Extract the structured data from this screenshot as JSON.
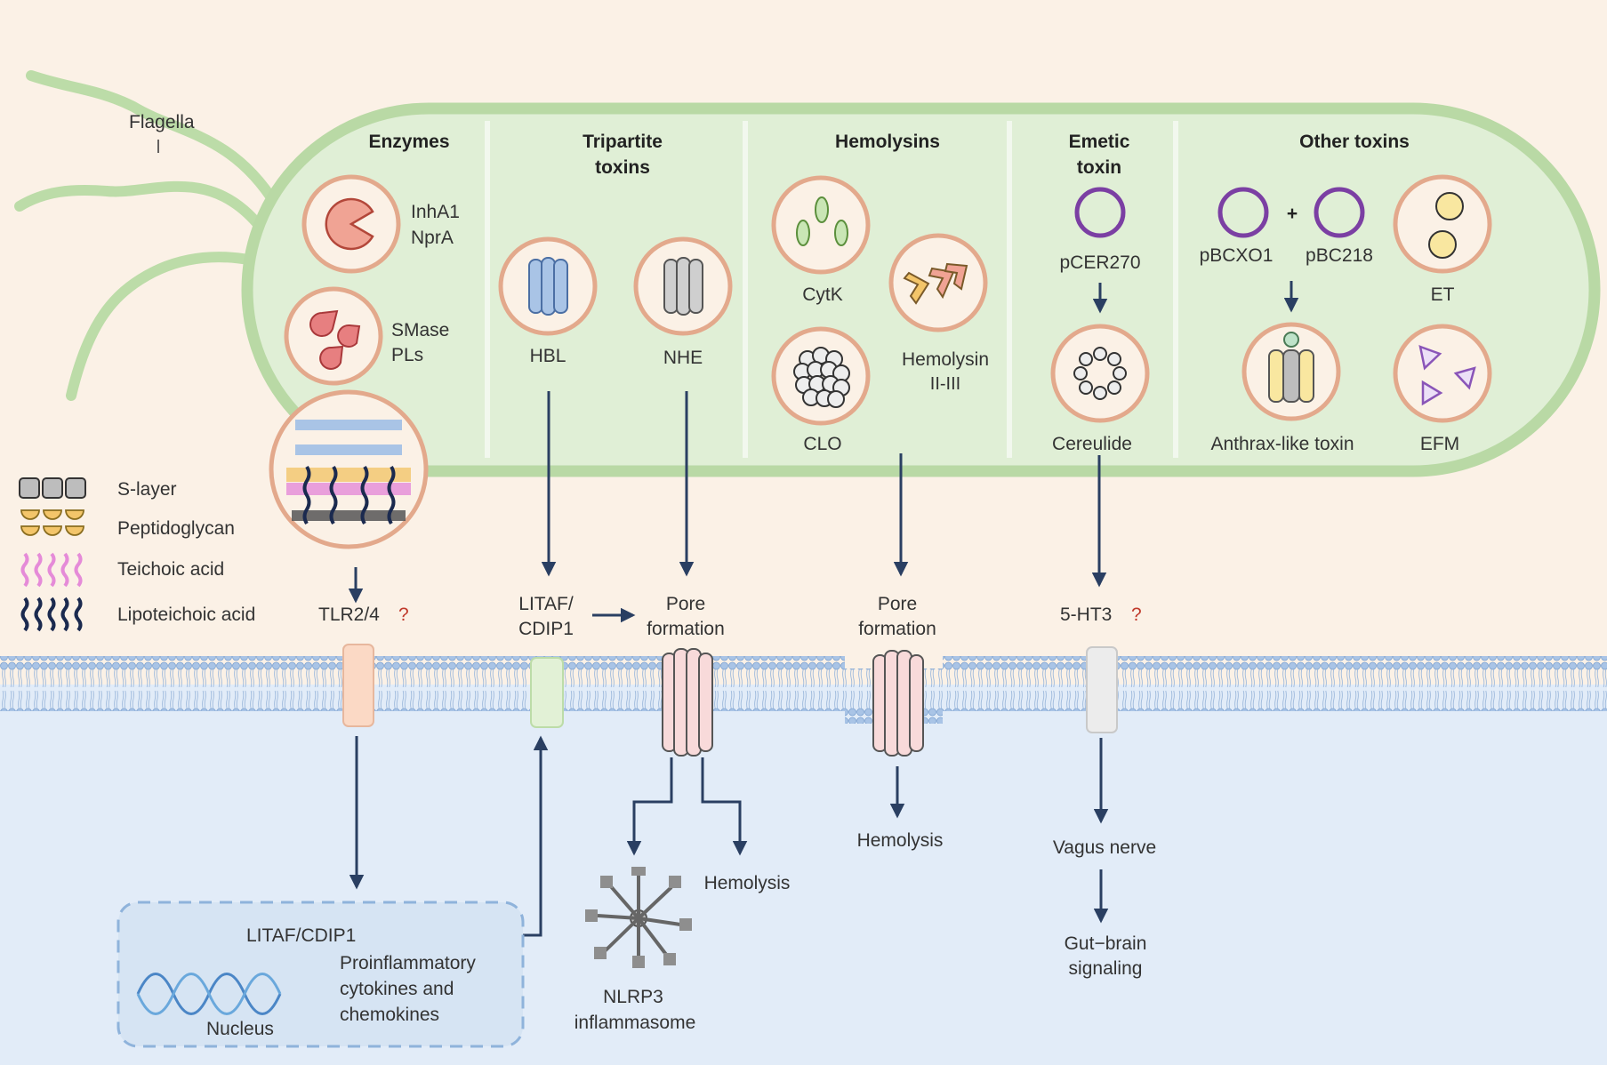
{
  "labels": {
    "flagella": "Flagella",
    "legend": {
      "s_layer": "S-layer",
      "peptidoglycan": "Peptidoglycan",
      "teichoic_acid": "Teichoic acid",
      "lipoteichoic_acid": "Lipoteichoic acid"
    },
    "sections": {
      "enzymes": "Enzymes",
      "tripartite_1": "Tripartite",
      "tripartite_2": "toxins",
      "hemolysins": "Hemolysins",
      "emetic_1": "Emetic",
      "emetic_2": "toxin",
      "other": "Other toxins"
    },
    "toxins": {
      "inha1": "InhA1",
      "npra": "NprA",
      "smase": "SMase",
      "pls": "PLs",
      "hbl": "HBL",
      "nhe": "NHE",
      "cytk": "CytK",
      "clo": "CLO",
      "hemolysin_1": "Hemolysin",
      "hemolysin_2": "II-III",
      "pcer270": "pCER270",
      "cereulide": "Cereulide",
      "pbcxo1": "pBCXO1",
      "plus": "+",
      "pbc218": "pBC218",
      "anthrax": "Anthrax-like toxin",
      "et": "ET",
      "efm": "EFM"
    },
    "receptors": {
      "tlr": "TLR2/4",
      "tlr_q": "?",
      "litaf_1": "LITAF/",
      "litaf_2": "CDIP1",
      "pore1_1": "Pore",
      "pore1_2": "formation",
      "pore2_1": "Pore",
      "pore2_2": "formation",
      "ht3": "5-HT3",
      "ht3_q": "?"
    },
    "host": {
      "hemolysis_a": "Hemolysis",
      "hemolysis_b": "Hemolysis",
      "nlrp3_1": "NLRP3",
      "nlrp3_2": "inflammasome",
      "vagus": "Vagus nerve",
      "gut_1": "Gut−brain",
      "gut_2": "signaling",
      "litaf_nucleus": "LITAF/CDIP1",
      "cyto_1": "Proinflammatory",
      "cyto_2": "cytokines and",
      "cyto_3": "chemokines",
      "nucleus": "Nucleus"
    }
  },
  "colors": {
    "background_top": "#fbf1e6",
    "background_bottom": "#e2ecf8",
    "bacterium_fill": "#e0efd6",
    "bacterium_outline": "#b9d9a5",
    "circle_ring": "#e3a98c",
    "arrow": "#2a3f62",
    "membrane": "#a9c4e6",
    "question_mark": "#c0392b"
  }
}
